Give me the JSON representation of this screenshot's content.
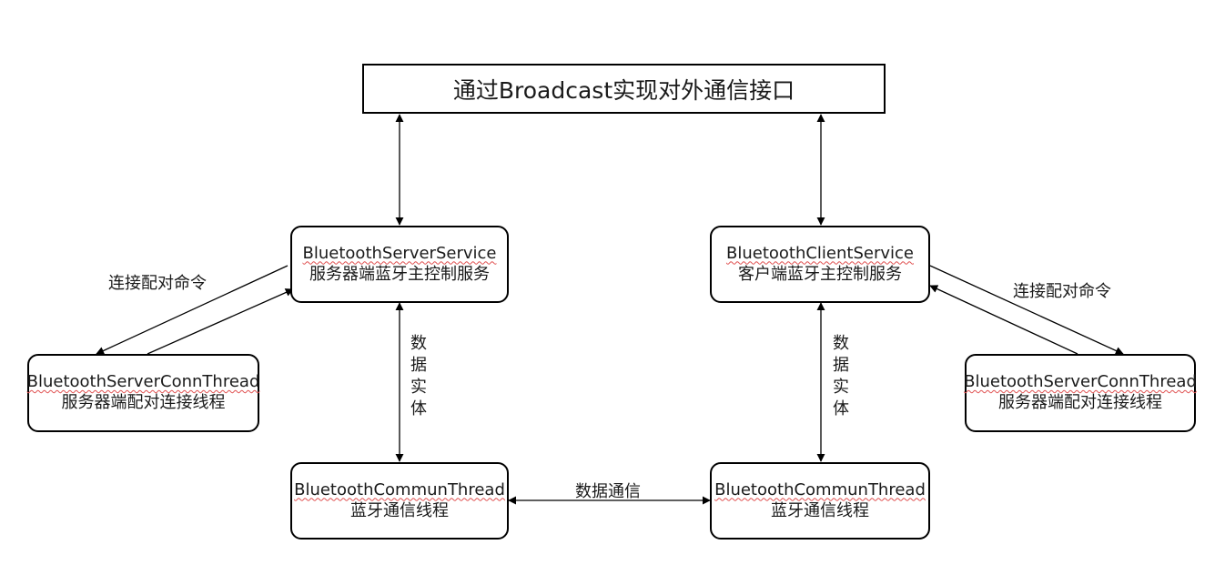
{
  "banner": {
    "text": "通过Broadcast实现对外通信接口"
  },
  "nodes": {
    "server_service": {
      "name": "BluetoothServerService",
      "desc": "服务器端蓝牙主控制服务"
    },
    "client_service": {
      "name": "BluetoothClientService",
      "desc": "客户端蓝牙主控制服务"
    },
    "server_conn_left": {
      "name": "BluetoothServerConnThread",
      "desc": "服务器端配对连接线程"
    },
    "server_conn_right": {
      "name": "BluetoothServerConnThread",
      "desc": "服务器端配对连接线程"
    },
    "commun_left": {
      "name": "BluetoothCommunThread",
      "desc": "蓝牙通信线程"
    },
    "commun_right": {
      "name": "BluetoothCommunThread",
      "desc": "蓝牙通信线程"
    }
  },
  "edge_labels": {
    "connect_left": "连接配对命令",
    "connect_right": "连接配对命令",
    "data_entity_left": "数据实体",
    "data_entity_right": "数据实体",
    "data_comm": "数据通信"
  }
}
